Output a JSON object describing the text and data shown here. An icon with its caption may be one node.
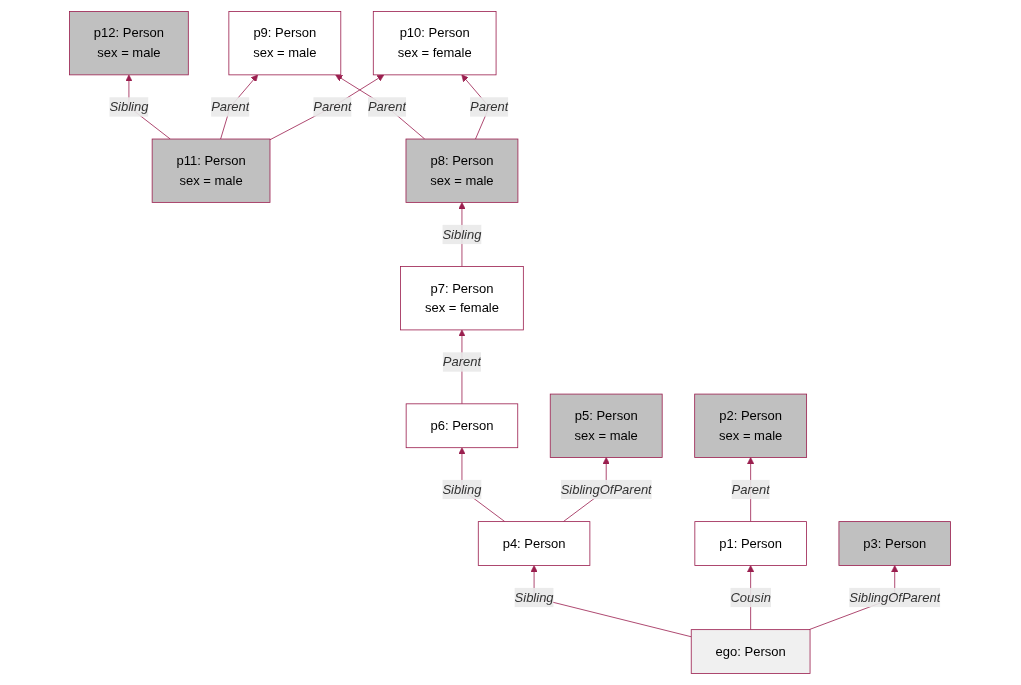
{
  "diagram": {
    "nodes": [
      {
        "text": [
          "p10: Person",
          "sex = female"
        ]
      },
      {
        "text": [
          "p9: Person",
          "sex = male"
        ]
      },
      {
        "text": [
          "p12: Person",
          "sex = male"
        ]
      },
      {
        "text": [
          "p11: Person",
          "sex = male"
        ]
      },
      {
        "text": [
          "p8: Person",
          "sex = male"
        ]
      },
      {
        "text": [
          "p7: Person",
          "sex = female"
        ]
      },
      {
        "text": [
          "p2: Person",
          "sex = male"
        ]
      },
      {
        "text": [
          "p3: Person"
        ]
      },
      {
        "text": [
          "p5: Person",
          "sex = male"
        ]
      },
      {
        "text": [
          "p1: Person"
        ]
      },
      {
        "text": [
          "ego: Person"
        ]
      },
      {
        "text": [
          "p4: Person"
        ]
      },
      {
        "text": [
          "p6: Person"
        ]
      }
    ],
    "edges": [
      {
        "from": 3,
        "to": 0,
        "arrow": "to",
        "label": "Parent"
      },
      {
        "from": 3,
        "to": 1,
        "arrow": "to",
        "label": "Parent"
      },
      {
        "from": 4,
        "to": 0,
        "arrow": "to",
        "label": "Parent"
      },
      {
        "from": 4,
        "to": 1,
        "arrow": "to",
        "label": "Parent"
      },
      {
        "from": 3,
        "to": 2,
        "arrow": "to",
        "label": "Sibling"
      },
      {
        "from": 5,
        "to": 4,
        "arrow": "to",
        "label": "Sibling"
      },
      {
        "from": 9,
        "to": 6,
        "arrow": "to",
        "label": "Parent"
      },
      {
        "from": 10,
        "to": 7,
        "arrow": "to",
        "label": "SiblingOfParent"
      },
      {
        "from": 10,
        "to": 9,
        "arrow": "to",
        "label": "Cousin"
      },
      {
        "from": 10,
        "to": 11,
        "arrow": "to",
        "label": "Sibling"
      },
      {
        "from": 11,
        "to": 8,
        "arrow": "to",
        "label": "SiblingOfParent"
      },
      {
        "from": 11,
        "to": 12,
        "arrow": "to",
        "label": "Sibling"
      },
      {
        "from": 12,
        "to": 5,
        "arrow": "to",
        "label": "Parent"
      }
    ]
  }
}
